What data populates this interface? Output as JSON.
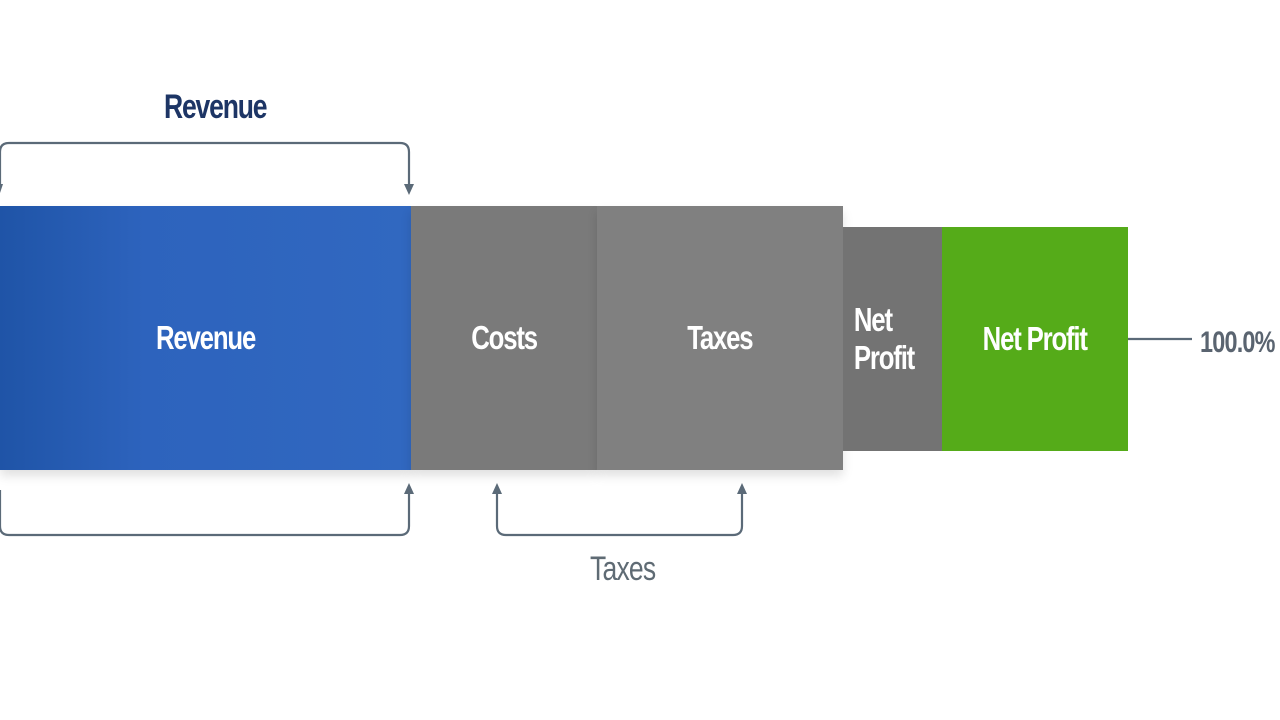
{
  "diagram": {
    "top_bracket_label": "Revenue",
    "bottom_bracket_label": "Taxes",
    "end_label": "100.0%",
    "segments": [
      {
        "label": "Revenue",
        "color": "#2d63bd"
      },
      {
        "label": "Costs",
        "color": "#7a7a7a"
      },
      {
        "label": "Taxes",
        "color": "#808080"
      },
      {
        "label": "Net Profit",
        "color": "#737373"
      },
      {
        "label": "Net Profit",
        "color": "#55ab19"
      }
    ]
  }
}
